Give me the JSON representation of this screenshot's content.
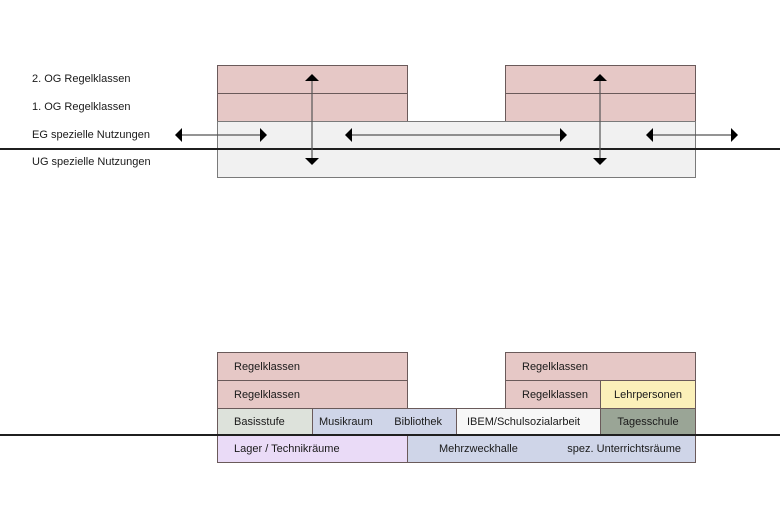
{
  "section_scheme": {
    "row_labels": [
      "2. OG Regelklassen",
      "1. OG Regelklassen",
      "EG spezielle Nutzungen",
      "UG spezielle Nutzungen"
    ],
    "arrows": {
      "horizontal": [
        "circulation-left",
        "circulation-middle",
        "circulation-right"
      ],
      "vertical": [
        "stair-left",
        "stair-right"
      ]
    },
    "colors": {
      "upper_floors": "#e6c8c6",
      "lower_floors": "#f1f1f1",
      "ground_line": "#1f1f1f"
    }
  },
  "program_scheme": {
    "og2": {
      "left": "Regelklassen",
      "right": "Regelklassen"
    },
    "og1": {
      "left": "Regelklassen",
      "right": "Regelklassen",
      "right_extra": "Lehrpersonen"
    },
    "eg": {
      "basisstufe": "Basisstufe",
      "musikraum": "Musikraum",
      "bibliothek": "Bibliothek",
      "ibem": "IBEM/Schulsozialarbeit",
      "tagesschule": "Tagesschule"
    },
    "ug": {
      "lager": "Lager / Technikräume",
      "mehrzweckhalle": "Mehrzweckhalle",
      "spez": "spez. Unterrichtsräume"
    },
    "colors": {
      "regelklassen": "#e6c8c6",
      "lehrpersonen": "#fbf0b9",
      "basisstufe": "#dde2db",
      "musik_bibliothek": "#cfd5e8",
      "ibem": "#f7f7f7",
      "tagesschule": "#9aa596",
      "lager": "#eadbf7",
      "mehrzweckhalle": "#cfd5e8"
    }
  }
}
